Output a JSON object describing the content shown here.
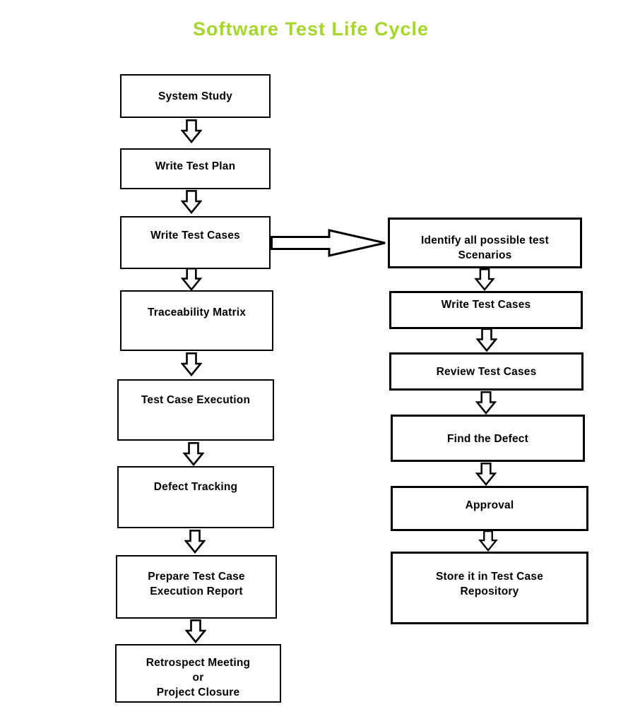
{
  "title": {
    "text": "Software Test Life Cycle",
    "color": "#A5D629"
  },
  "flowchart": {
    "left_column": [
      {
        "label": "System Study"
      },
      {
        "label": "Write Test Plan"
      },
      {
        "label": "Write Test Cases"
      },
      {
        "label": "Traceability Matrix"
      },
      {
        "label": "Test Case Execution"
      },
      {
        "label": "Defect Tracking"
      },
      {
        "label": "Prepare Test Case\nExecution Report"
      },
      {
        "label": "Retrospect Meeting\nor\nProject Closure"
      }
    ],
    "right_column": [
      {
        "label": "Identify all possible test\nScenarios"
      },
      {
        "label": "Write Test Cases"
      },
      {
        "label": "Review Test Cases"
      },
      {
        "label": "Find the Defect"
      },
      {
        "label": "Approval"
      },
      {
        "label": "Store it in Test Case\nRepository"
      }
    ],
    "icons": {
      "down_arrow": "hollow-down-block-arrow",
      "branch_arrow": "hollow-right-block-arrow"
    }
  }
}
